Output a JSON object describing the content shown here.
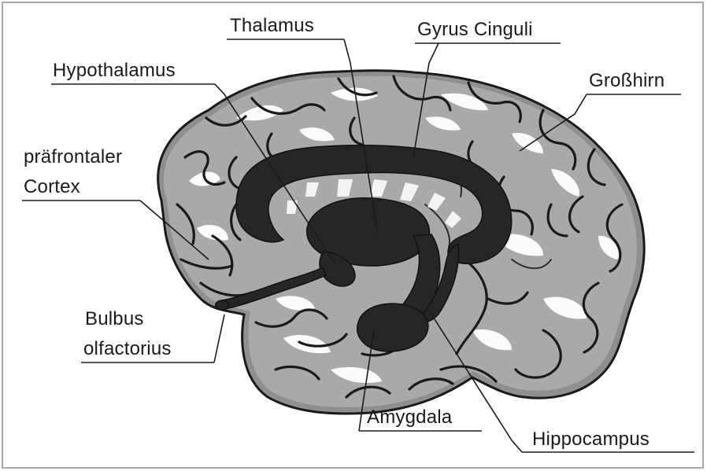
{
  "labels": {
    "thalamus": "Thalamus",
    "gyrus_cinguli": "Gyrus Cinguli",
    "hypothalamus": "Hypothalamus",
    "grosshirn": "Großhirn",
    "praefrontaler_line1": "präfrontaler",
    "praefrontaler_line2": "Cortex",
    "bulbus_line1": "Bulbus",
    "bulbus_line2": "olfactorius",
    "amygdala": "Amygdala",
    "hippocampus": "Hippocampus"
  },
  "colors": {
    "ink": "#1a1a1a",
    "brain_gray": "#a9a9a9",
    "limbic": "#262626",
    "background": "#ffffff"
  }
}
